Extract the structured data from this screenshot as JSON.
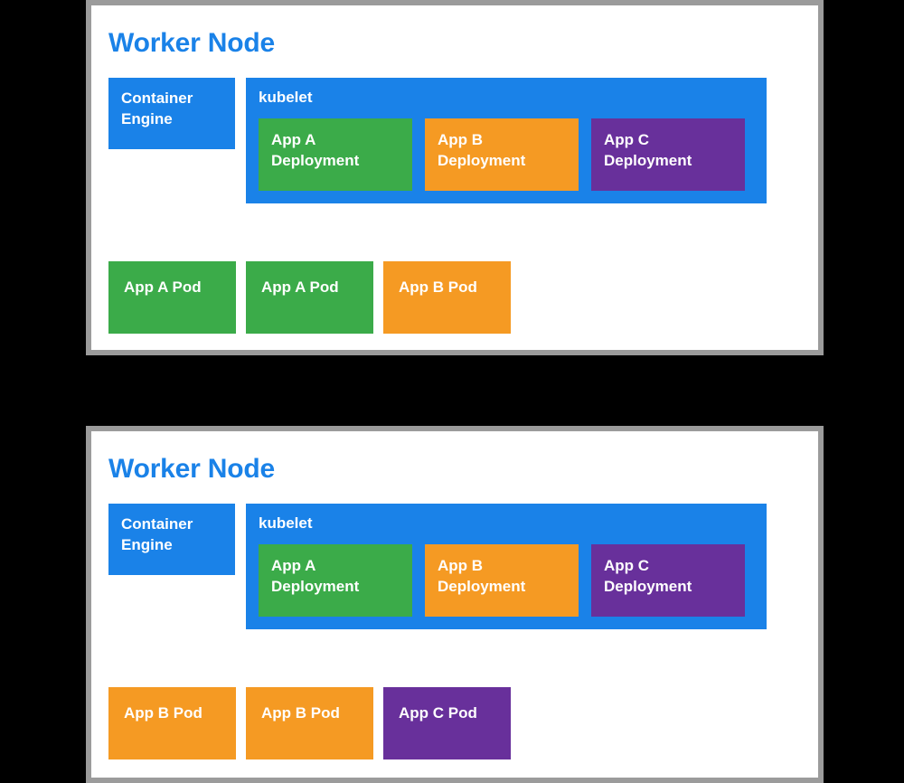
{
  "diagram": {
    "background_color": "#000000",
    "panel_border_color": "#9b9b9b",
    "colors": {
      "blue": "#1a82e8",
      "green": "#3bab49",
      "orange": "#f59a23",
      "purple": "#68309b",
      "white": "#ffffff"
    }
  },
  "panels": [
    {
      "title": "Worker Node",
      "container_engine": {
        "line1": "Container",
        "line2": "Engine"
      },
      "kubelet": {
        "label": "kubelet",
        "deployments": [
          {
            "line1": "App A",
            "line2": "Deployment",
            "color": "green"
          },
          {
            "line1": "App B",
            "line2": "Deployment",
            "color": "orange"
          },
          {
            "line1": "App C",
            "line2": "Deployment",
            "color": "purple"
          }
        ]
      },
      "pods": [
        {
          "label": "App A Pod",
          "color": "green"
        },
        {
          "label": "App A Pod",
          "color": "green"
        },
        {
          "label": "App B Pod",
          "color": "orange"
        }
      ]
    },
    {
      "title": "Worker Node",
      "container_engine": {
        "line1": "Container",
        "line2": "Engine"
      },
      "kubelet": {
        "label": "kubelet",
        "deployments": [
          {
            "line1": "App A",
            "line2": "Deployment",
            "color": "green"
          },
          {
            "line1": "App B",
            "line2": "Deployment",
            "color": "orange"
          },
          {
            "line1": "App C",
            "line2": "Deployment",
            "color": "purple"
          }
        ]
      },
      "pods": [
        {
          "label": "App B Pod",
          "color": "orange"
        },
        {
          "label": "App B Pod",
          "color": "orange"
        },
        {
          "label": "App C Pod",
          "color": "purple"
        }
      ]
    }
  ]
}
